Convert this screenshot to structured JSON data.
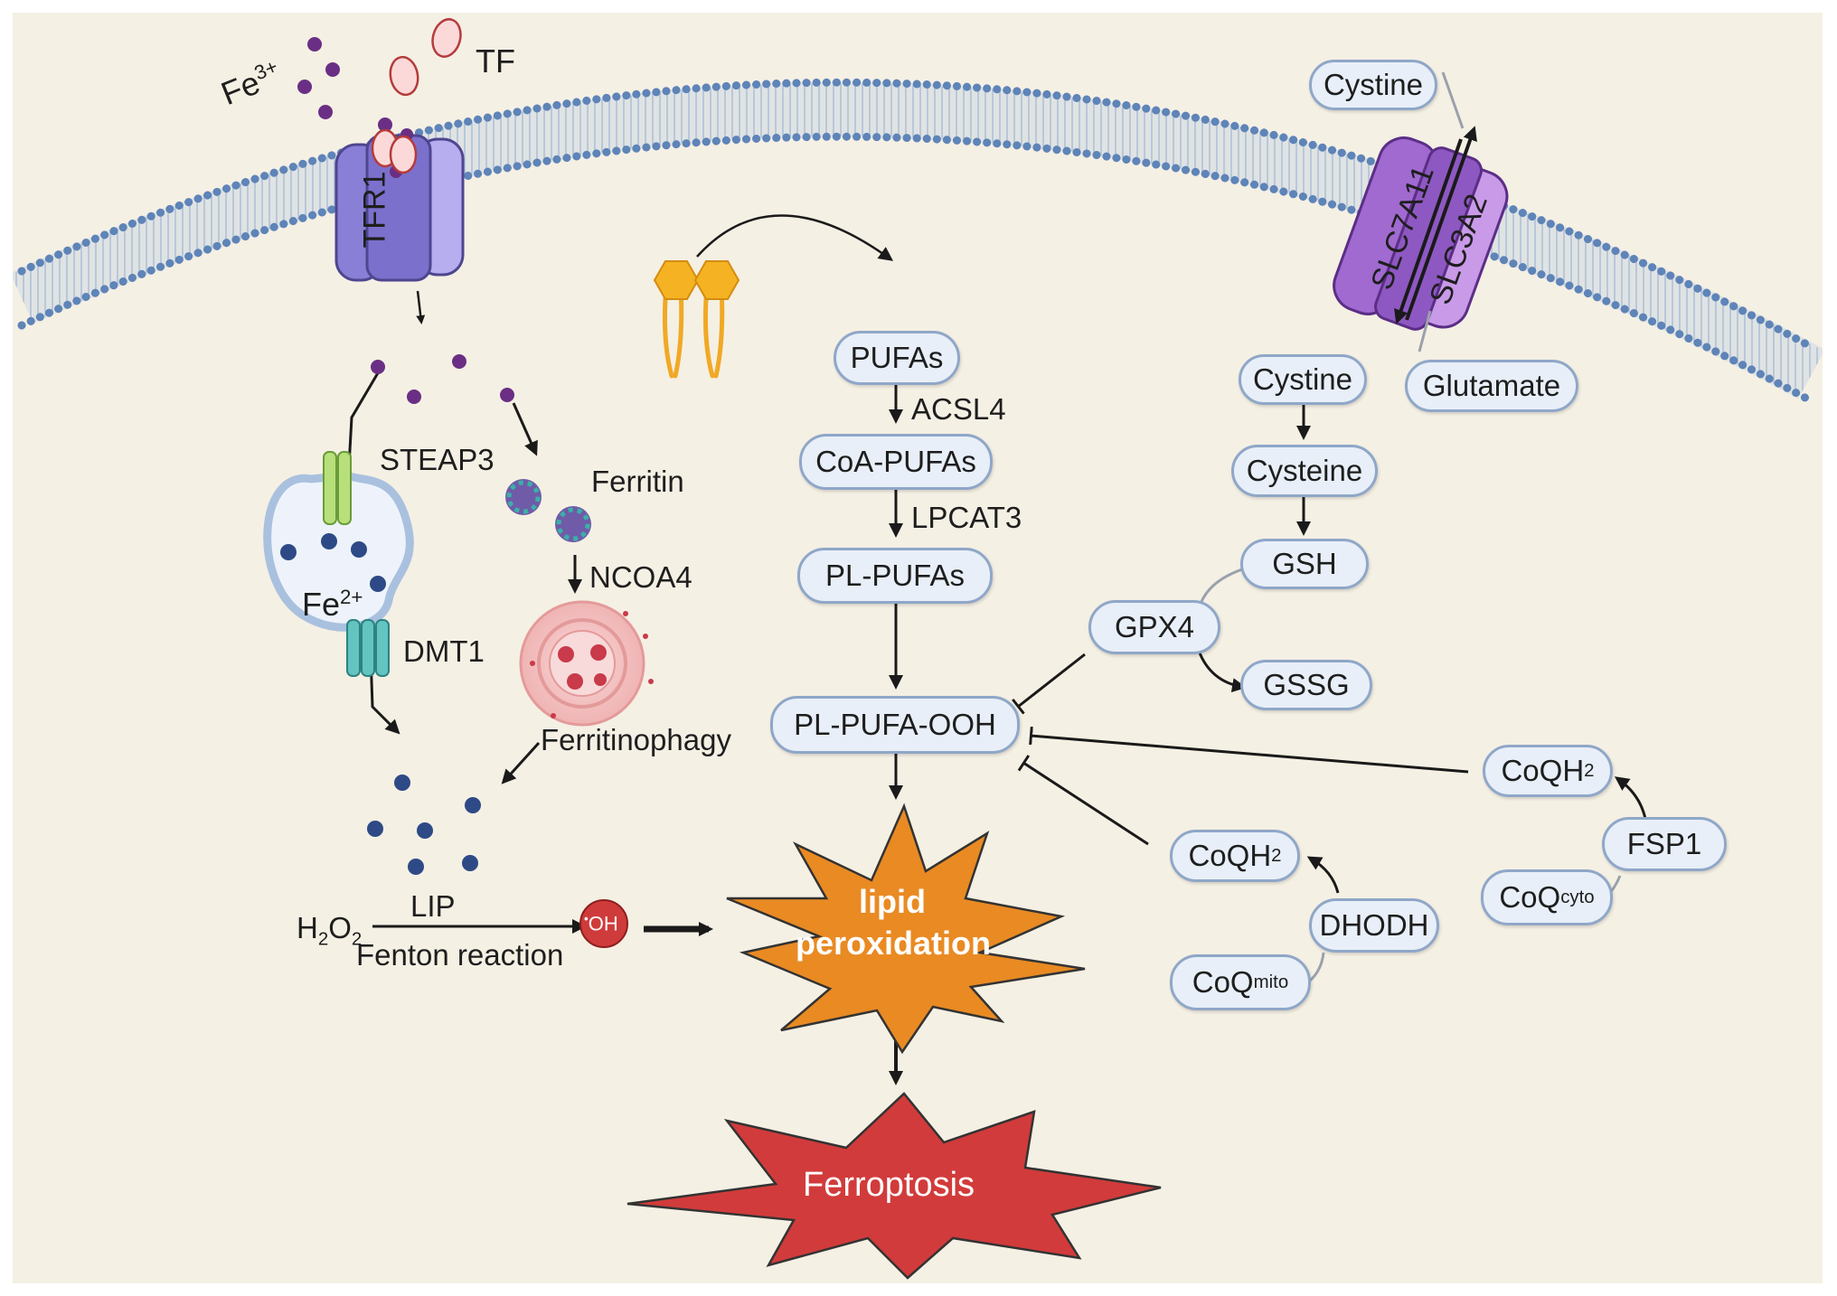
{
  "membrane_proteins": {
    "tfr1": "TFR1",
    "slc7a11": "SLC7A11",
    "slc3a2": "SLC3A2"
  },
  "iron_uptake": {
    "fe3": {
      "base": "Fe",
      "sup": "3+"
    },
    "tf": "TF",
    "steap3": "STEAP3",
    "fe2": {
      "base": "Fe",
      "sup": "2+"
    },
    "dmt1": "DMT1",
    "ferritin": "Ferritin",
    "ncoa4": "NCOA4",
    "ferritinophagy": "Ferritinophagy",
    "lip": "LIP",
    "h2o2": {
      "a": "H",
      "sub1": "2",
      "b": "O",
      "sub2": "2"
    },
    "fenton": "Fenton reaction",
    "oh": {
      "dot": "•",
      "text": "OH"
    }
  },
  "lipid_pathway": {
    "pufas": "PUFAs",
    "acsl4": "ACSL4",
    "coa_pufas": "CoA-PUFAs",
    "lpcat3": "LPCAT3",
    "pl_pufas": "PL-PUFAs",
    "pl_pufa_ooh": "PL-PUFA-OOH",
    "lipid_peroxidation_1": "lipid",
    "lipid_peroxidation_2": "peroxidation",
    "ferroptosis": "Ferroptosis"
  },
  "gsh_axis": {
    "cystine_out": "Cystine",
    "glutamate": "Glutamate",
    "cystine_in": "Cystine",
    "cysteine": "Cysteine",
    "gsh": "GSH",
    "gpx4": "GPX4",
    "gssg": "GSSG"
  },
  "coq_axis": {
    "coqh2_fsp1": {
      "base": "CoQH",
      "sub": "2"
    },
    "fsp1": "FSP1",
    "coq_cyto": {
      "base": "CoQ",
      "sup": "cyto"
    },
    "coqh2_dhodh": {
      "base": "CoQH",
      "sub": "2"
    },
    "dhodh": "DHODH",
    "coq_mito": {
      "base": "CoQ",
      "sup": "mito"
    }
  },
  "colors": {
    "background": "#f5f0e4",
    "pill_fill": "#e8eff8",
    "pill_border": "#8fa7c8",
    "tfr1": "#8a7fd6",
    "slc": "#a06ad0",
    "lipid_peroxidation": "#e98a23",
    "ferroptosis": "#d23b3b",
    "fe_particle": "#2e4a86",
    "fe3_particle": "#6a2f84"
  }
}
